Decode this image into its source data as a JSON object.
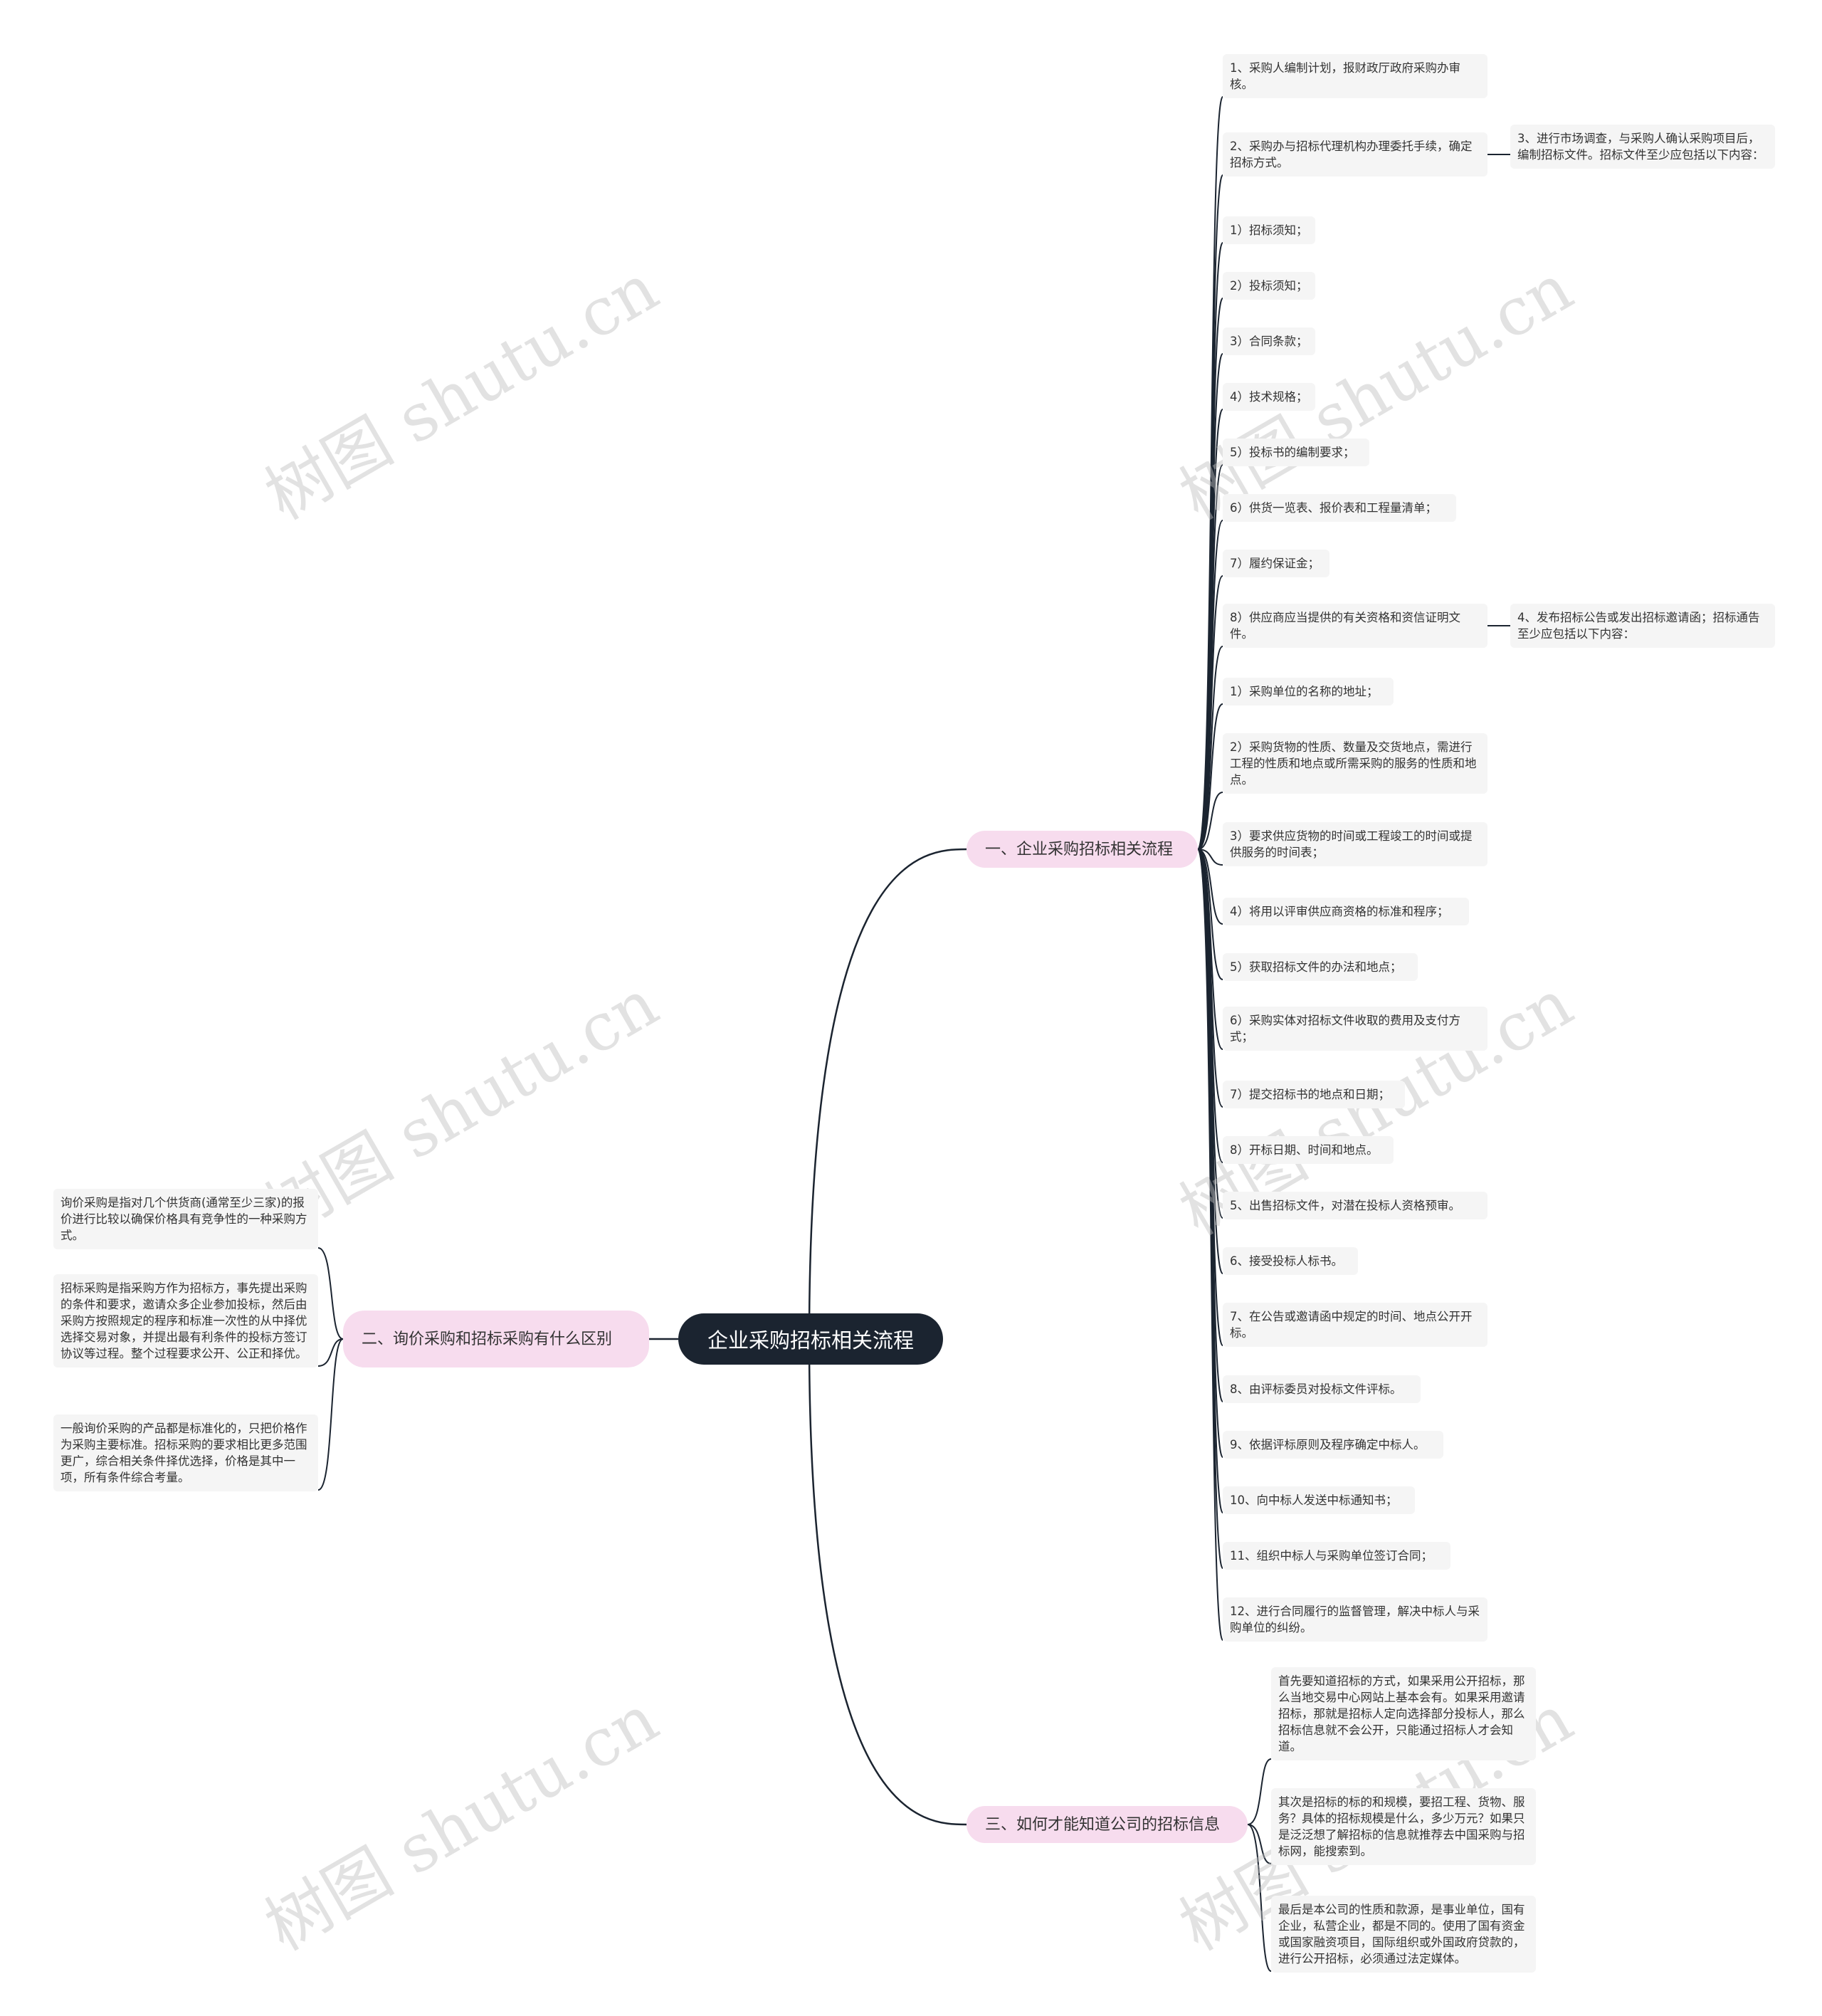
{
  "root": {
    "label": "企业采购招标相关流程"
  },
  "branches": {
    "b1": {
      "label": "一、企业采购招标相关流程"
    },
    "b2": {
      "label": "二、询价采购和招标采购有什么区别"
    },
    "b3": {
      "label": "三、如何才能知道公司的招标信息"
    }
  },
  "b1_items": {
    "s1": "1、采购人编制计划，报财政厅政府采购办审核。",
    "s2": "2、采购办与招标代理机构办理委托手续，确定招标方式。",
    "s2a": "3、进行市场调查，与采购人确认采购项目后，编制招标文件。招标文件至少应包括以下内容：",
    "d1": "1）招标须知；",
    "d2": "2）投标须知；",
    "d3": "3）合同条款；",
    "d4": "4）技术规格；",
    "d5": "5）投标书的编制要求；",
    "d6": "6）供货一览表、报价表和工程量清单；",
    "d7": "7）履约保证金；",
    "d8": "8）供应商应当提供的有关资格和资信证明文件。",
    "d8a": "4、发布招标公告或发出招标邀请函；招标通告至少应包括以下内容：",
    "n1": "1）采购单位的名称的地址；",
    "n2": "2）采购货物的性质、数量及交货地点，需进行工程的性质和地点或所需采购的服务的性质和地点。",
    "n3": "3）要求供应货物的时间或工程竣工的时间或提供服务的时间表；",
    "n4": "4）将用以评审供应商资格的标准和程序；",
    "n5": "5）获取招标文件的办法和地点；",
    "n6": "6）采购实体对招标文件收取的费用及支付方式；",
    "n7": "7）提交招标书的地点和日期；",
    "n8": "8）开标日期、时间和地点。",
    "p5": "5、出售招标文件，对潜在投标人资格预审。",
    "p6": "6、接受投标人标书。",
    "p7": "7、在公告或邀请函中规定的时间、地点公开开标。",
    "p8": "8、由评标委员对投标文件评标。",
    "p9": "9、依据评标原则及程序确定中标人。",
    "p10": "10、向中标人发送中标通知书；",
    "p11": "11、组织中标人与采购单位签订合同；",
    "p12": "12、进行合同履行的监督管理，解决中标人与采购单位的纠纷。"
  },
  "b2_items": {
    "l1": "询价采购是指对几个供货商(通常至少三家)的报价进行比较以确保价格具有竞争性的一种采购方式。",
    "l2": "招标采购是指采购方作为招标方，事先提出采购的条件和要求，邀请众多企业参加投标，然后由采购方按照规定的程序和标准一次性的从中择优选择交易对象，并提出最有利条件的投标方签订协议等过程。整个过程要求公开、公正和择优。",
    "l3": "一般询价采购的产品都是标准化的，只把价格作为采购主要标准。招标采购的要求相比更多范围更广，综合相关条件择优选择，价格是其中一项，所有条件综合考量。"
  },
  "b3_items": {
    "r1": "首先要知道招标的方式，如果采用公开招标，那么当地交易中心网站上基本会有。如果采用邀请招标，那就是招标人定向选择部分投标人，那么招标信息就不会公开，只能通过招标人才会知道。",
    "r2": "其次是招标的标的和规模，要招工程、货物、服务？具体的招标规模是什么，多少万元？如果只是泛泛想了解招标的信息就推荐去中国采购与招标网，能搜索到。",
    "r3": "最后是本公司的性质和款源，是事业单位，国有企业，私营企业，都是不同的。使用了国有资金或国家融资项目，国际组织或外国政府贷款的，进行公开招标，必须通过法定媒体。"
  },
  "watermark": "树图 shutu.cn",
  "colors": {
    "line": "#1b2430",
    "root_bg": "#1b2430",
    "branch_bg": "#f7dcee",
    "leaf_bg": "#f5f5f5"
  }
}
